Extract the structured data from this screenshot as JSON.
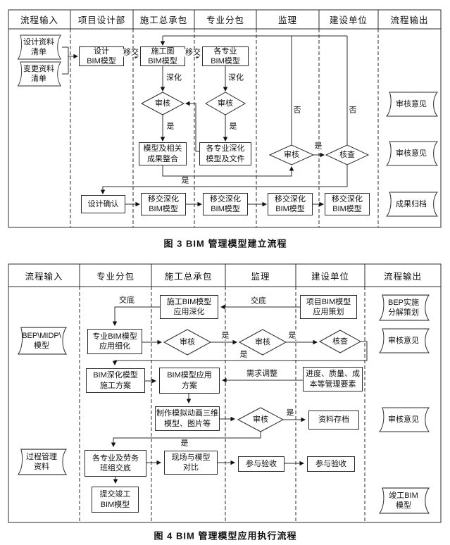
{
  "page": {
    "bg": "#ffffff",
    "line_color": "#2b2b2b",
    "text_color": "#111111"
  },
  "common": {
    "yes": "是",
    "no": "否",
    "review": "审核",
    "check": "核查",
    "transfer": "移交",
    "deepen": "深化",
    "disclose": "交底",
    "demand_adjust": "需求调整"
  },
  "fig3": {
    "caption": "图 3  BIM 管理模型建立流程",
    "headers": [
      "流程输入",
      "项目设计部",
      "施工总承包",
      "专业分包",
      "监理",
      "建设单位",
      "流程输出"
    ],
    "nodes": {
      "design_list": "设计资料\n清单",
      "change_list": "变更资料\n清单",
      "design_model": "设计\nBIM模型",
      "construction_model": "施工图\nBIM模型",
      "specialty_model": "各专业\nBIM模型",
      "integrate": "模型及相关\n成果整合",
      "specialty_deepened": "各专业深化\n模型及文件",
      "design_confirm": "设计确认",
      "handover1": "移交深化\nBIM模型",
      "handover2": "移交深化\nBIM模型",
      "handover3": "移交深化\nBIM模型",
      "handover4": "移交深化\nBIM模型",
      "out_review1": "审核意见",
      "out_review2": "审核意见",
      "out_archive": "成果归档"
    }
  },
  "fig4": {
    "caption": "图 4  BIM 管理模型应用执行流程",
    "headers": [
      "流程输入",
      "专业分包",
      "施工总承包",
      "监理",
      "建设单位",
      "流程输出"
    ],
    "nodes": {
      "bep_midp": "BEP\\MIDP\\\n模型",
      "process_docs": "过程管理\n资料",
      "app_deepen": "施工BIM模型\n应用深化",
      "app_plan": "项目BIM模型\n应用策划",
      "app_refine": "专业BIM模型\n应用细化",
      "deepen_scheme": "BIM深化模型\n施工方案",
      "app_scheme": "BIM模型应用\n方案",
      "mgmt_elements": "进度、质量、成\n本等管理要素",
      "make_sim": "制作模拟动画三维\n模型、图片等",
      "archive_docs": "资料存档",
      "team_disclose": "各专业及劳务\n班组交底",
      "site_compare": "现场与模型\n对比",
      "join_accept1": "参与验收",
      "join_accept2": "参与验收",
      "submit_asbuilt": "提交竣工\nBIM模型",
      "out_bep": "BEP实施\n分解策划",
      "out_review1": "审核意见",
      "out_review2": "审核意见",
      "out_asbuilt": "竣工BIM\n模型"
    }
  }
}
